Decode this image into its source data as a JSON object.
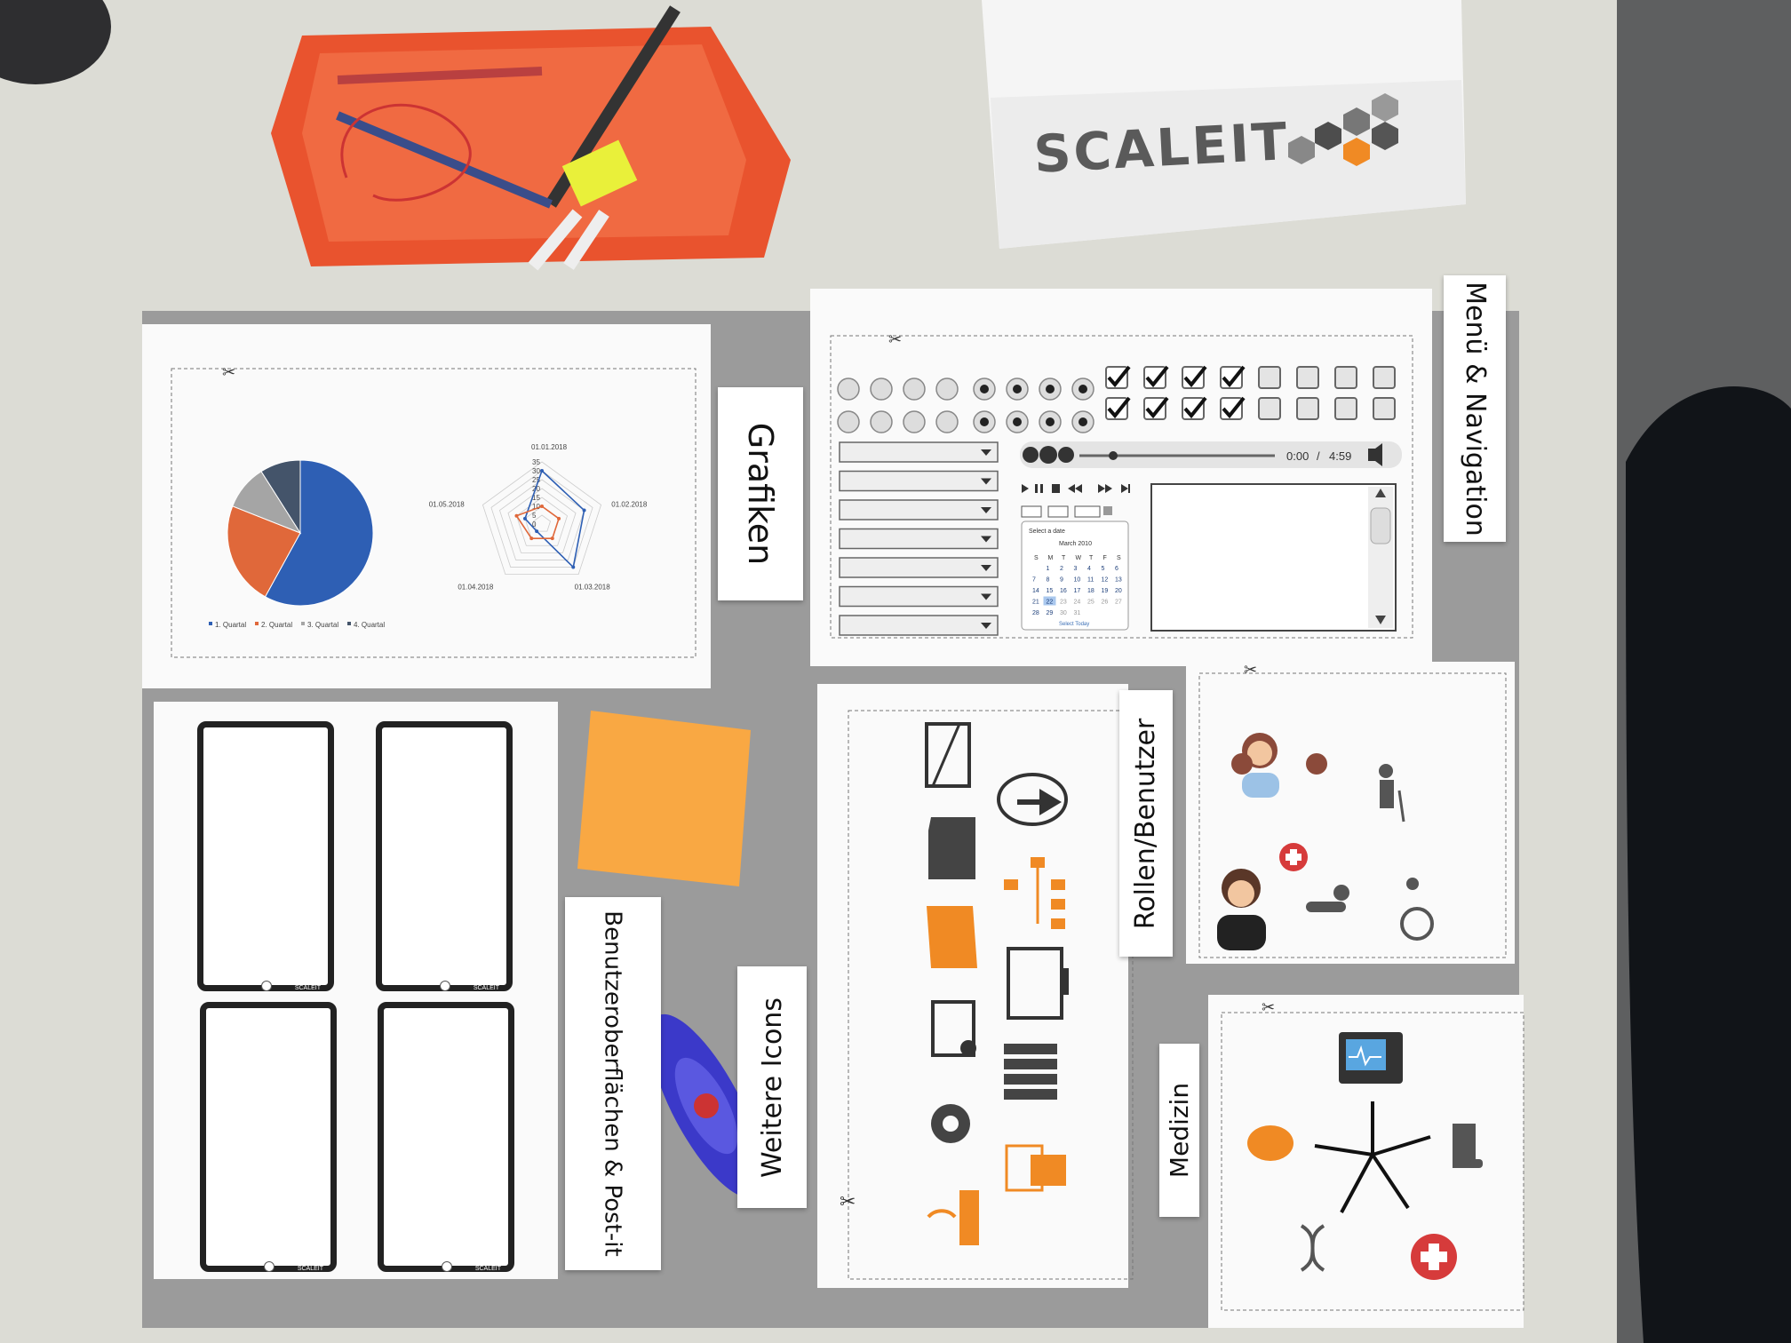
{
  "box_label": "SCALEIT",
  "sections": {
    "grafiken": "Grafiken",
    "menu_navigation": "Menü & Navigation",
    "rollen_benutzer": "Rollen/Benutzer",
    "benutzeroberflaechen": "Benutzeroberflächen & Post-it",
    "weitere_icons": "Weitere Icons",
    "medizin": "Medizin"
  },
  "phone_brand": "SCALEIT",
  "player": {
    "time_current": "0:00",
    "time_separator": "/",
    "time_total": "4:59"
  },
  "datepicker": {
    "title": "Select a date",
    "month": "March 2010",
    "weekdays": [
      "S",
      "M",
      "T",
      "W",
      "T",
      "F",
      "S"
    ],
    "weeks": [
      [
        "",
        "1",
        "2",
        "3",
        "4",
        "5",
        "6"
      ],
      [
        "7",
        "8",
        "9",
        "10",
        "11",
        "12",
        "13"
      ],
      [
        "14",
        "15",
        "16",
        "17",
        "18",
        "19",
        "20"
      ],
      [
        "21",
        "22",
        "23",
        "24",
        "25",
        "26",
        "27"
      ],
      [
        "28",
        "29",
        "30",
        "31",
        "",
        "",
        ""
      ]
    ],
    "footer": "Select Today"
  },
  "chart_data": [
    {
      "type": "pie",
      "categories": [
        "1. Quartal",
        "2. Quartal",
        "3. Quartal",
        "4. Quartal"
      ],
      "values": [
        58,
        23,
        10,
        9
      ],
      "colors": [
        "#2e5fb4",
        "#e0683a",
        "#a5a5a5",
        "#44546a"
      ],
      "legend": "bottom"
    },
    {
      "type": "radar",
      "categories": [
        "01.01.2018",
        "01.02.2018",
        "01.03.2018",
        "01.04.2018",
        "01.05.2018"
      ],
      "ticks": [
        0,
        5,
        10,
        15,
        20,
        25,
        30,
        35
      ],
      "range": [
        0,
        35
      ],
      "series": [
        {
          "values": [
            30,
            25,
            30,
            5,
            10
          ],
          "color": "#2e5fb4"
        },
        {
          "values": [
            10,
            10,
            10,
            10,
            15
          ],
          "color": "#e0683a"
        }
      ]
    }
  ],
  "colors": {
    "orange": "#f08a24",
    "postit": "#f9a843",
    "desk": "#ddddd6",
    "board": "#9a9a9a"
  }
}
